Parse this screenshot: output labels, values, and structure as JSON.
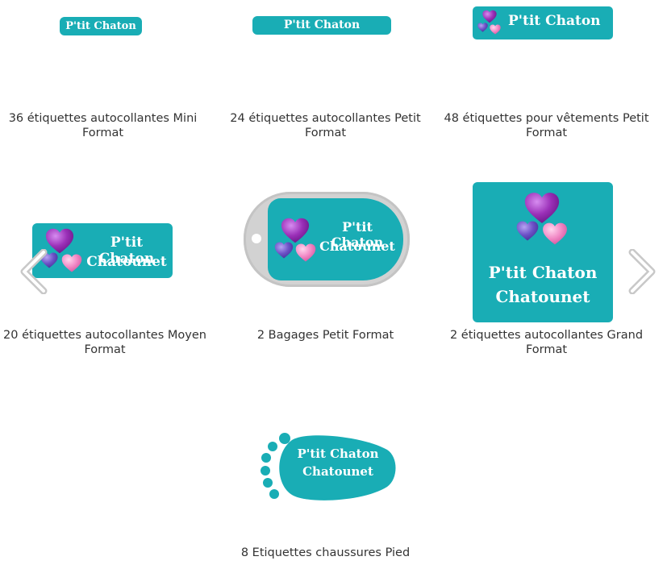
{
  "brand_colors": {
    "teal": "#19adb5",
    "purple": "#8b2aa8",
    "pink": "#f07fc0",
    "violet": "#6b4fc4",
    "gray_frame": "#d8d8d8"
  },
  "label_text": {
    "line1": "P'tit Chaton",
    "line2": "Chatounet"
  },
  "carousel": {
    "prev_icon": "chevron-left-icon",
    "next_icon": "chevron-right-icon"
  },
  "products": [
    {
      "caption": "36 étiquettes autocollantes Mini Format"
    },
    {
      "caption": "24 étiquettes autocollantes Petit Format"
    },
    {
      "caption": "48 étiquettes pour vêtements Petit Format"
    },
    {
      "caption": "20 étiquettes autocollantes Moyen Format"
    },
    {
      "caption": "2 Bagages Petit Format"
    },
    {
      "caption": "2 étiquettes autocollantes Grand Format"
    },
    {
      "caption": "8 Etiquettes chaussures Pied"
    }
  ]
}
